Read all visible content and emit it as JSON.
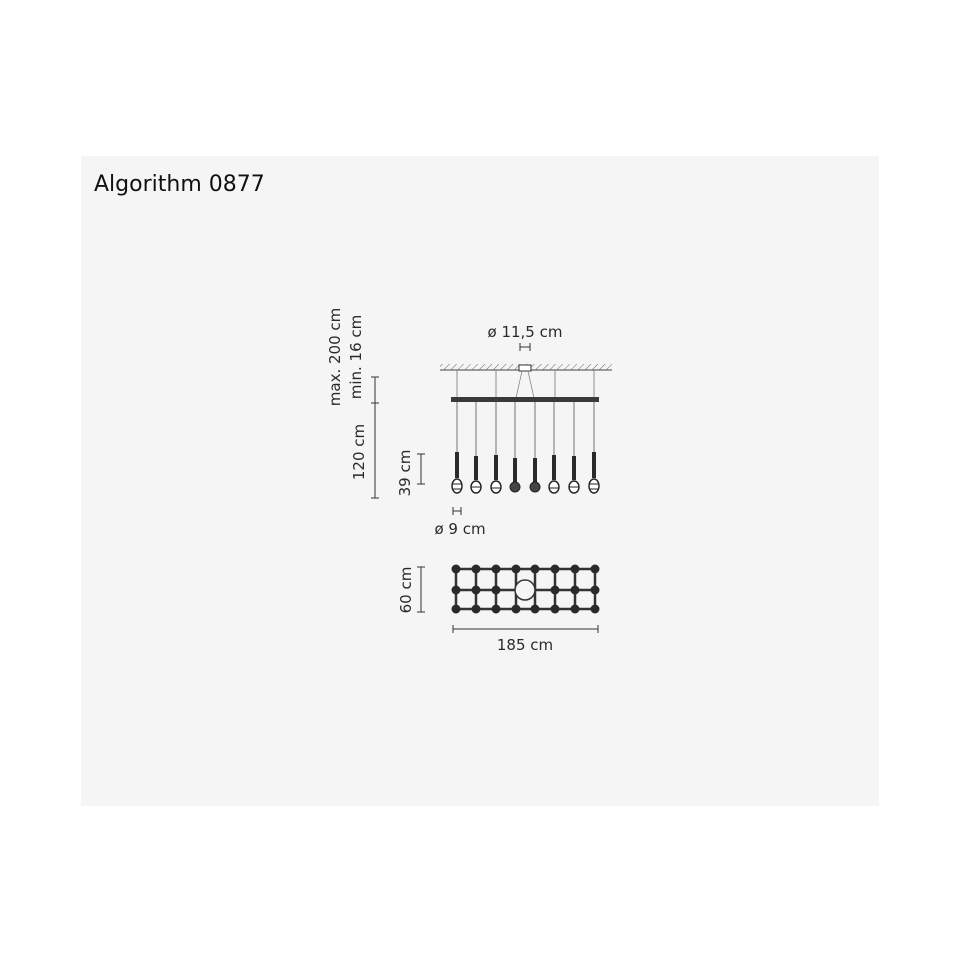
{
  "product": {
    "name": "Algorithm 0877"
  },
  "dimensions": {
    "canopy_diameter": "ø 11,5 cm",
    "cable_max": "max. 200 cm",
    "cable_min": "min. 16 cm",
    "suspension_height": "120 cm",
    "pendant_height": "39 cm",
    "pendant_diameter": "ø 9 cm",
    "depth": "60 cm",
    "width": "185 cm"
  }
}
